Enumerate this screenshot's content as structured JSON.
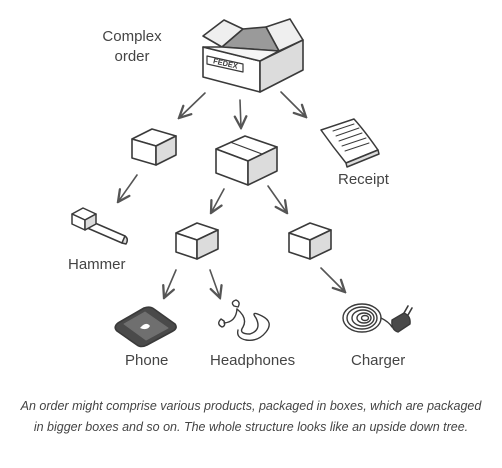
{
  "labels": {
    "complex_order_line1": "Complex",
    "complex_order_line2": "order",
    "box_stamp": "FEDEX",
    "receipt": "Receipt",
    "hammer": "Hammer",
    "phone": "Phone",
    "headphones": "Headphones",
    "charger": "Charger"
  },
  "caption": "An order might comprise various products, packaged in boxes, which are packaged in bigger boxes and so on. The whole structure looks like an upside down tree.",
  "colors": {
    "stroke": "#3a3a3a",
    "box_face": "#ffffff",
    "box_side": "#dcdcdc",
    "text": "#444444"
  }
}
